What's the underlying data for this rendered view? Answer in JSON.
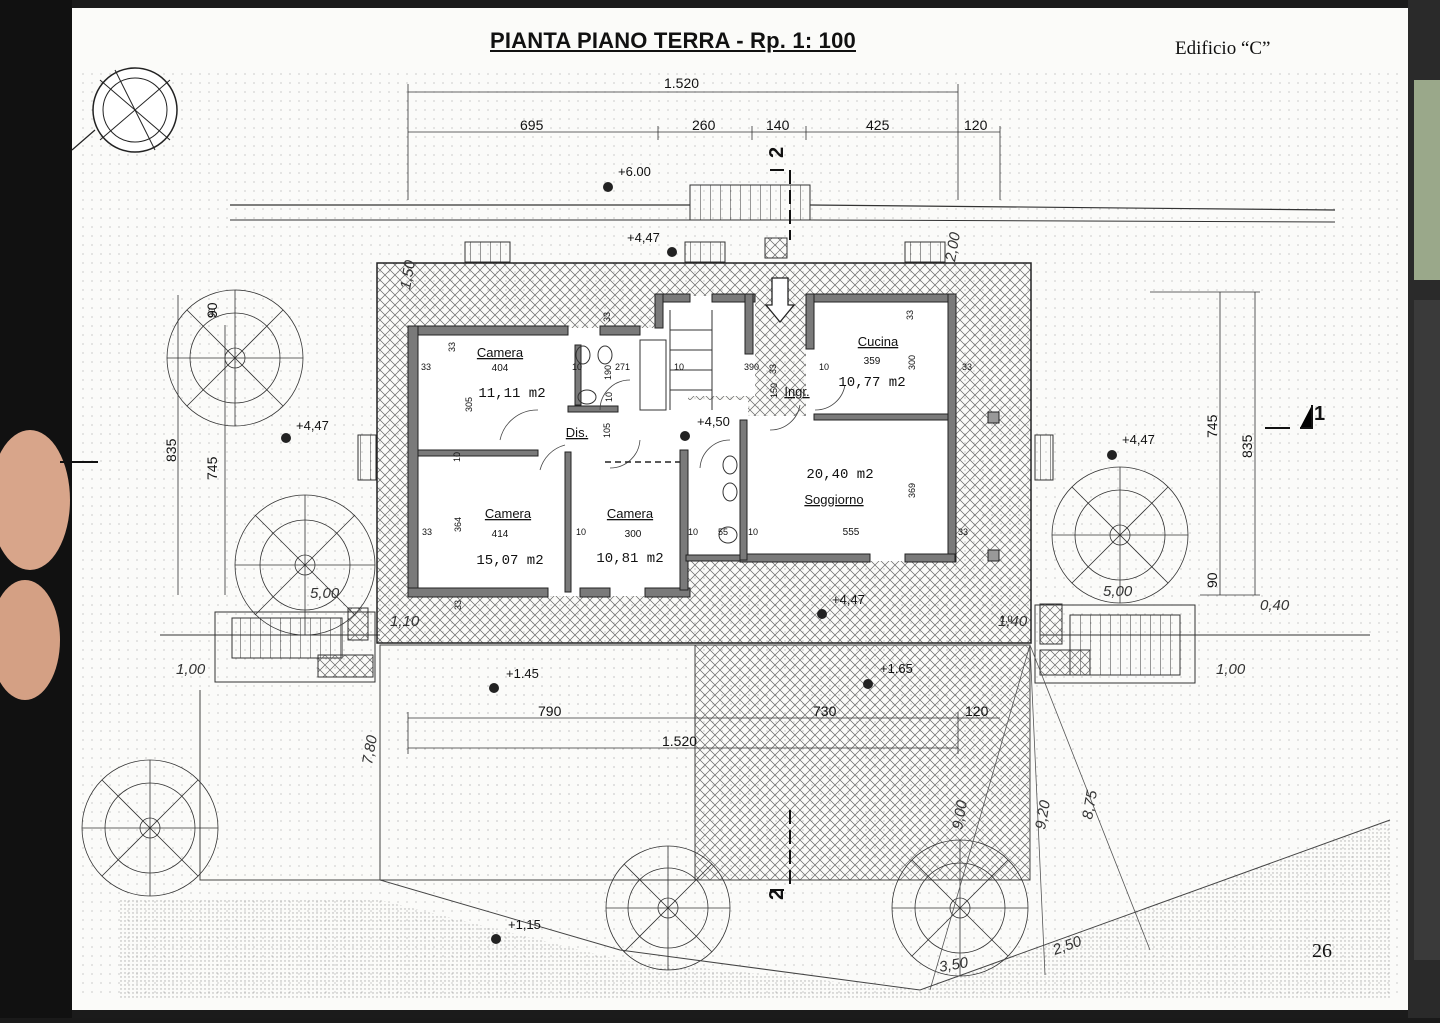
{
  "header": {
    "title": "PIANTA PIANO TERRA  - Rp. 1: 100",
    "building_label": "Edificio “C”",
    "page_number": "26"
  },
  "dimensions_top": {
    "total": "1.520",
    "segments": [
      "695",
      "260",
      "140",
      "425",
      "120"
    ]
  },
  "dimensions_bottom": {
    "segments": [
      "790",
      "730",
      "120"
    ],
    "total": "1.520"
  },
  "dimensions_left": {
    "outer": "835",
    "inner": "745",
    "top_small": "90"
  },
  "dimensions_right": {
    "outer": "835",
    "inner": "745",
    "bottom_small": "90"
  },
  "section_marks": {
    "section_1": "1",
    "section_2_top": "2",
    "section_2_bottom": "2"
  },
  "elevations": [
    "+6.00",
    "+4,47",
    "+4,47",
    "+4,47",
    "+4,50",
    "+4,47",
    "+1.45",
    "+1.65",
    "+1,15"
  ],
  "rooms": [
    {
      "name": "Camera",
      "width": "404",
      "area": "11,11 m2"
    },
    {
      "name": "Cucina",
      "width": "359",
      "area": "10,77 m2"
    },
    {
      "name": "Ingr.",
      "width": "",
      "area": ""
    },
    {
      "name": "Dis.",
      "width": "",
      "area": ""
    },
    {
      "name": "Camera",
      "width": "414",
      "area": "15,07 m2"
    },
    {
      "name": "Camera",
      "width": "300",
      "area": "10,81 m2"
    },
    {
      "name": "Soggiorno",
      "width": "555",
      "area": "20,40 m2"
    }
  ],
  "interior_dims": [
    "33",
    "33",
    "10",
    "190",
    "271",
    "10",
    "390",
    "33",
    "10",
    "305",
    "105",
    "10",
    "150",
    "10",
    "364",
    "10",
    "300",
    "10",
    "55",
    "10",
    "369",
    "33",
    "33",
    "33",
    "33",
    "33",
    "33",
    "90",
    "1,0"
  ],
  "handwritten": [
    "1,50",
    "2,00",
    "5,00",
    "5,00",
    "1,10",
    "1,40",
    "0,40",
    "1,00",
    "1,00",
    "7,80",
    "9,00",
    "9,20",
    "8,75",
    "2,50",
    "3,50"
  ],
  "colors": {
    "wall": "#7a7a7a",
    "line": "#222222",
    "paper": "#fbfbf9",
    "hatch": "#555555"
  }
}
